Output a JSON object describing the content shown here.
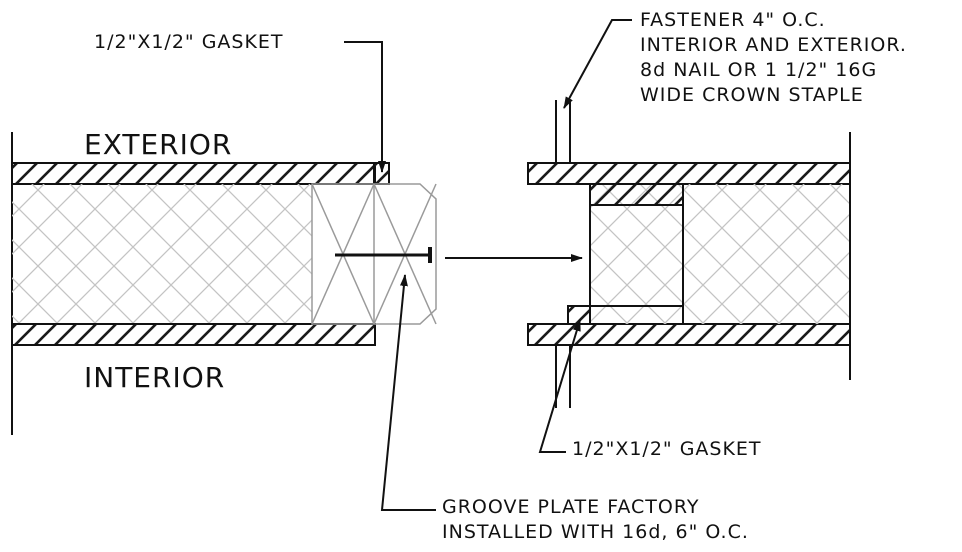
{
  "labels": {
    "gasket_top": "1/2\"X1/2\" GASKET",
    "exterior": "EXTERIOR",
    "interior": "INTERIOR",
    "fastener": [
      "FASTENER 4\" O.C.",
      "INTERIOR AND EXTERIOR.",
      "8d NAIL OR 1 1/2\" 16G",
      "WIDE CROWN STAPLE"
    ],
    "gasket_bottom": "1/2\"X1/2\" GASKET",
    "groove": [
      "GROOVE PLATE FACTORY",
      "INSTALLED WITH 16d, 6\" O.C."
    ]
  },
  "colors": {
    "line": "#111111",
    "hatch": "#1a1a1a",
    "foam_crosshatch": "#c4c4c4",
    "groove_plate": "#9a9a9a"
  }
}
